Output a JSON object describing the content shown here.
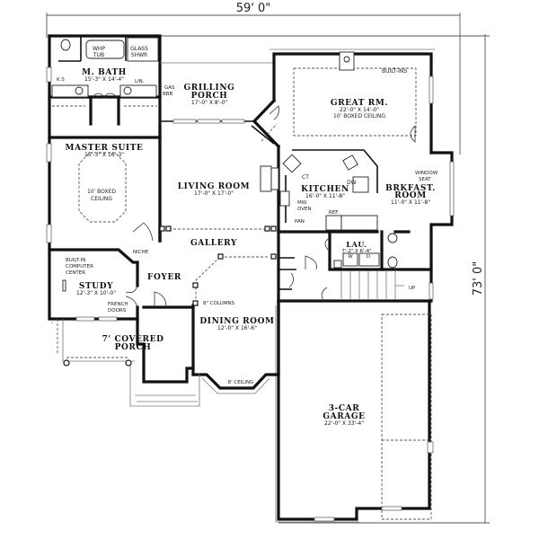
{
  "overall": {
    "width_label": "59' 0\"",
    "depth_label": "73' 0\""
  },
  "rooms": {
    "master_bath": {
      "name": "M. BATH",
      "dims": "15'-3\" X 14'-4\"",
      "fixtures": {
        "tub": "WHP",
        "tub2": "TUB",
        "shower": "GLASS",
        "shower2": "SHWR",
        "ks": "K.S",
        "linen": "LIN."
      }
    },
    "master_suite": {
      "name": "MASTER SUITE",
      "dims": "15'-3\" X 16'-3\"",
      "ceiling1": "10' BOXED",
      "ceiling2": "CEILING"
    },
    "grilling_porch": {
      "name1": "GRILLING",
      "name2": "PORCH",
      "dims": "17'-0\" X 8'-0\"",
      "gas1": "GAS",
      "gas2": "BBB"
    },
    "great_room": {
      "name": "GREAT RM.",
      "dims": "22'-0\" X 14'-0\"",
      "ceiling": "10' BOXED CEILING",
      "builtins": "BUILT-INS"
    },
    "living_room": {
      "name": "LIVING ROOM",
      "dims": "17'-0\" X 17'-0\""
    },
    "kitchen": {
      "name": "KITCHEN",
      "dims": "16'-0\" X 11'-8\"",
      "ct": "CT",
      "dw": "DW",
      "mw": "MW.",
      "oven": "OVEN",
      "pan": "PAN",
      "ref": "REF."
    },
    "breakfast": {
      "name1": "BRKFAST.",
      "name2": "ROOM",
      "dims": "11'-0\" X 11'-8\"",
      "seat1": "WINDOW",
      "seat2": "SEAT"
    },
    "gallery": {
      "name": "GALLERY",
      "niche": "NICHE"
    },
    "laundry": {
      "name": "LAU.",
      "dims": "7'-2\" X 6'-4\"",
      "w": "W",
      "d": "D",
      "up": "UP"
    },
    "study": {
      "name": "STUDY",
      "dims": "12'-3\" X 10'-0\"",
      "builtin1": "BUILT-IN",
      "builtin2": "COMPUTER",
      "builtin3": "CENTER",
      "french1": "FRENCH",
      "french2": "DOORS"
    },
    "foyer": {
      "name": "FOYER"
    },
    "dining_room": {
      "name": "DINING ROOM",
      "dims": "12'-0\" X 16'-6\"",
      "columns": "8\" COLUMNS",
      "ceiling": "8' CEILING"
    },
    "covered_porch": {
      "name1": "7' COVERED",
      "name2": "PORCH"
    },
    "garage": {
      "name1": "3-CAR",
      "name2": "GARAGE",
      "dims": "22'-0\" X 33'-4\""
    }
  }
}
